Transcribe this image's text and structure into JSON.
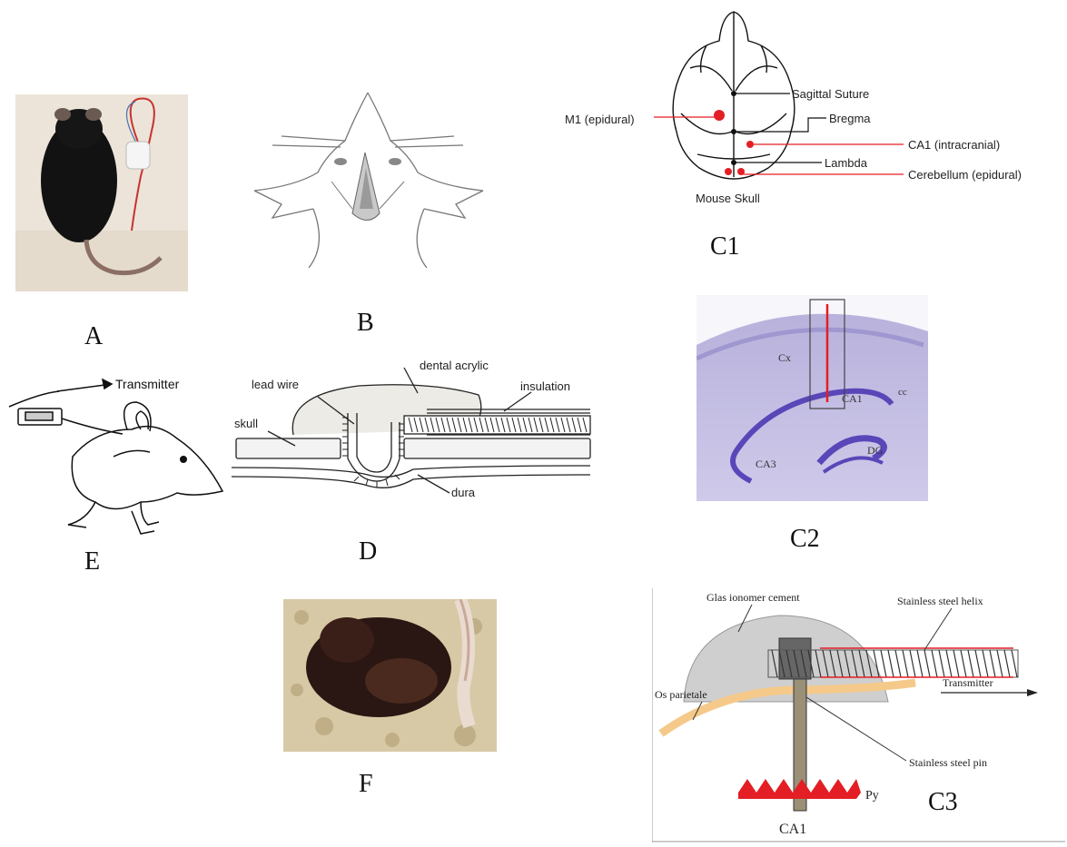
{
  "panels": {
    "A": {
      "label": "A"
    },
    "B": {
      "label": "B"
    },
    "C1": {
      "label": "C1",
      "skull_caption": "Mouse Skull",
      "annotations": {
        "sagittal": "Sagittal Suture",
        "bregma": "Bregma",
        "lambda": "Lambda",
        "m1": "M1 (epidural)",
        "ca1": "CA1 (intracranial)",
        "cerebellum": "Cerebellum (epidural)"
      }
    },
    "C2": {
      "label": "C2",
      "regions": {
        "cx": "Cx",
        "ca1": "CA1",
        "cc": "cc",
        "ca3": "CA3",
        "dg": "DG"
      }
    },
    "C3": {
      "label": "C3",
      "annotations": {
        "cement": "Glas ionomer cement",
        "helix": "Stainless steel helix",
        "os": "Os parietale",
        "transmitter": "Transmitter",
        "pin": "Stainless steel pin",
        "py": "Py",
        "ca1": "CA1"
      }
    },
    "D": {
      "label": "D",
      "annotations": {
        "dental": "dental acrylic",
        "lead": "lead wire",
        "insulation": "insulation",
        "skull": "skull",
        "dura": "dura"
      }
    },
    "E": {
      "label": "E",
      "annotations": {
        "transmitter": "Transmitter"
      }
    },
    "F": {
      "label": "F"
    }
  },
  "colors": {
    "red_marker": "#e31e24",
    "nissl": "#8e86c4",
    "bone": "#f5c98a"
  }
}
